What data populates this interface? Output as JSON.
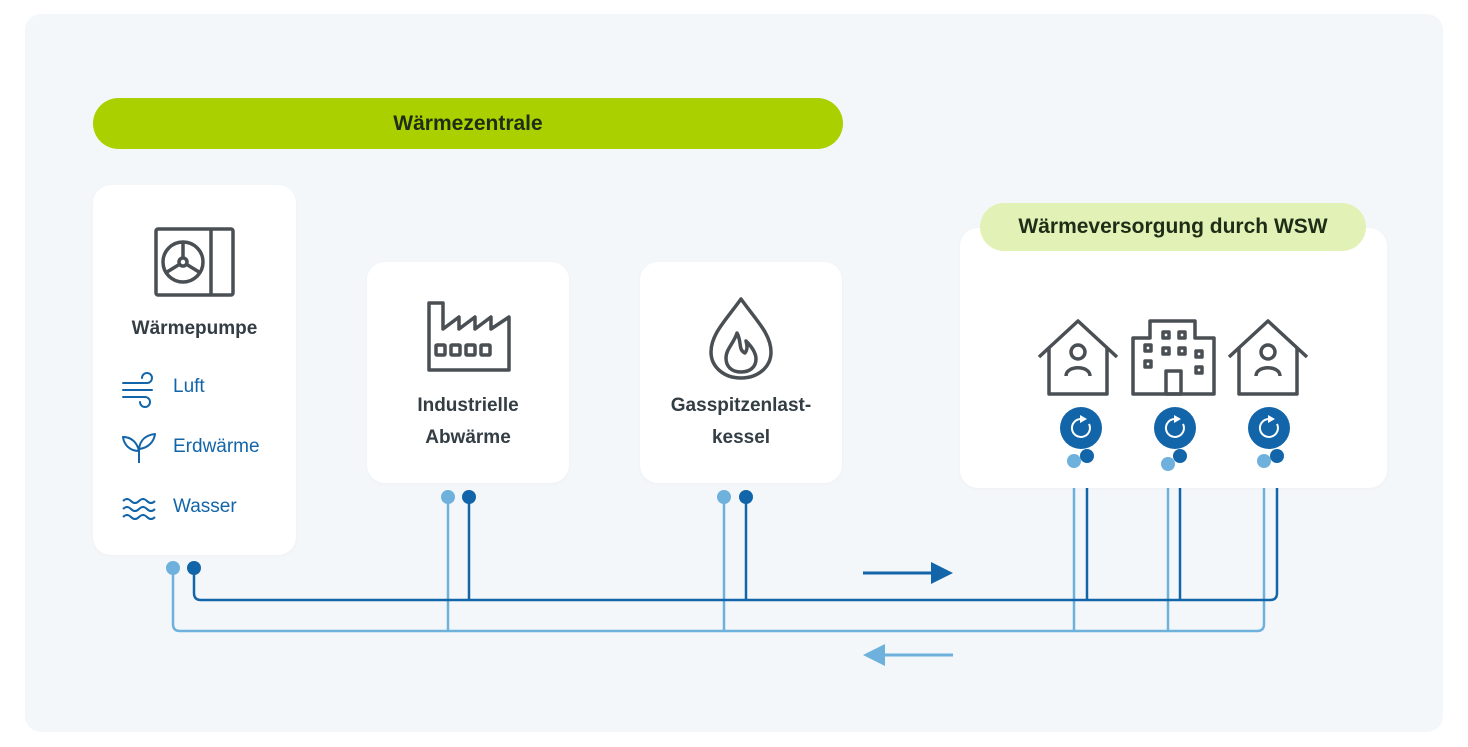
{
  "header": {
    "title": "Wärmezentrale"
  },
  "supply": {
    "title": "Wärmeversorgung durch WSW"
  },
  "cards": {
    "heat_pump": {
      "label": "Wärmepumpe",
      "icon": "heat-pump-icon",
      "sources": [
        {
          "label": "Luft",
          "icon": "wind-icon"
        },
        {
          "label": "Erdwärme",
          "icon": "sprout-icon"
        },
        {
          "label": "Wasser",
          "icon": "waves-icon"
        }
      ]
    },
    "industrial": {
      "label_line1": "Industrielle",
      "label_line2": "Abwärme",
      "icon": "factory-icon"
    },
    "gas": {
      "label_line1": "Gasspitzenlast-",
      "label_line2": "kessel",
      "icon": "flame-icon"
    }
  },
  "consumers": [
    {
      "icon": "house-icon"
    },
    {
      "icon": "apartment-building-icon"
    },
    {
      "icon": "house-icon"
    }
  ],
  "flow": {
    "supply_direction": "right",
    "return_direction": "left"
  },
  "colors": {
    "accent_green": "#aad000",
    "light_green": "#e2f1b5",
    "supply_line": "#1265a8",
    "return_line": "#6db1dc",
    "icon_gray": "#4a4f54",
    "text_blue": "#1265a8"
  }
}
